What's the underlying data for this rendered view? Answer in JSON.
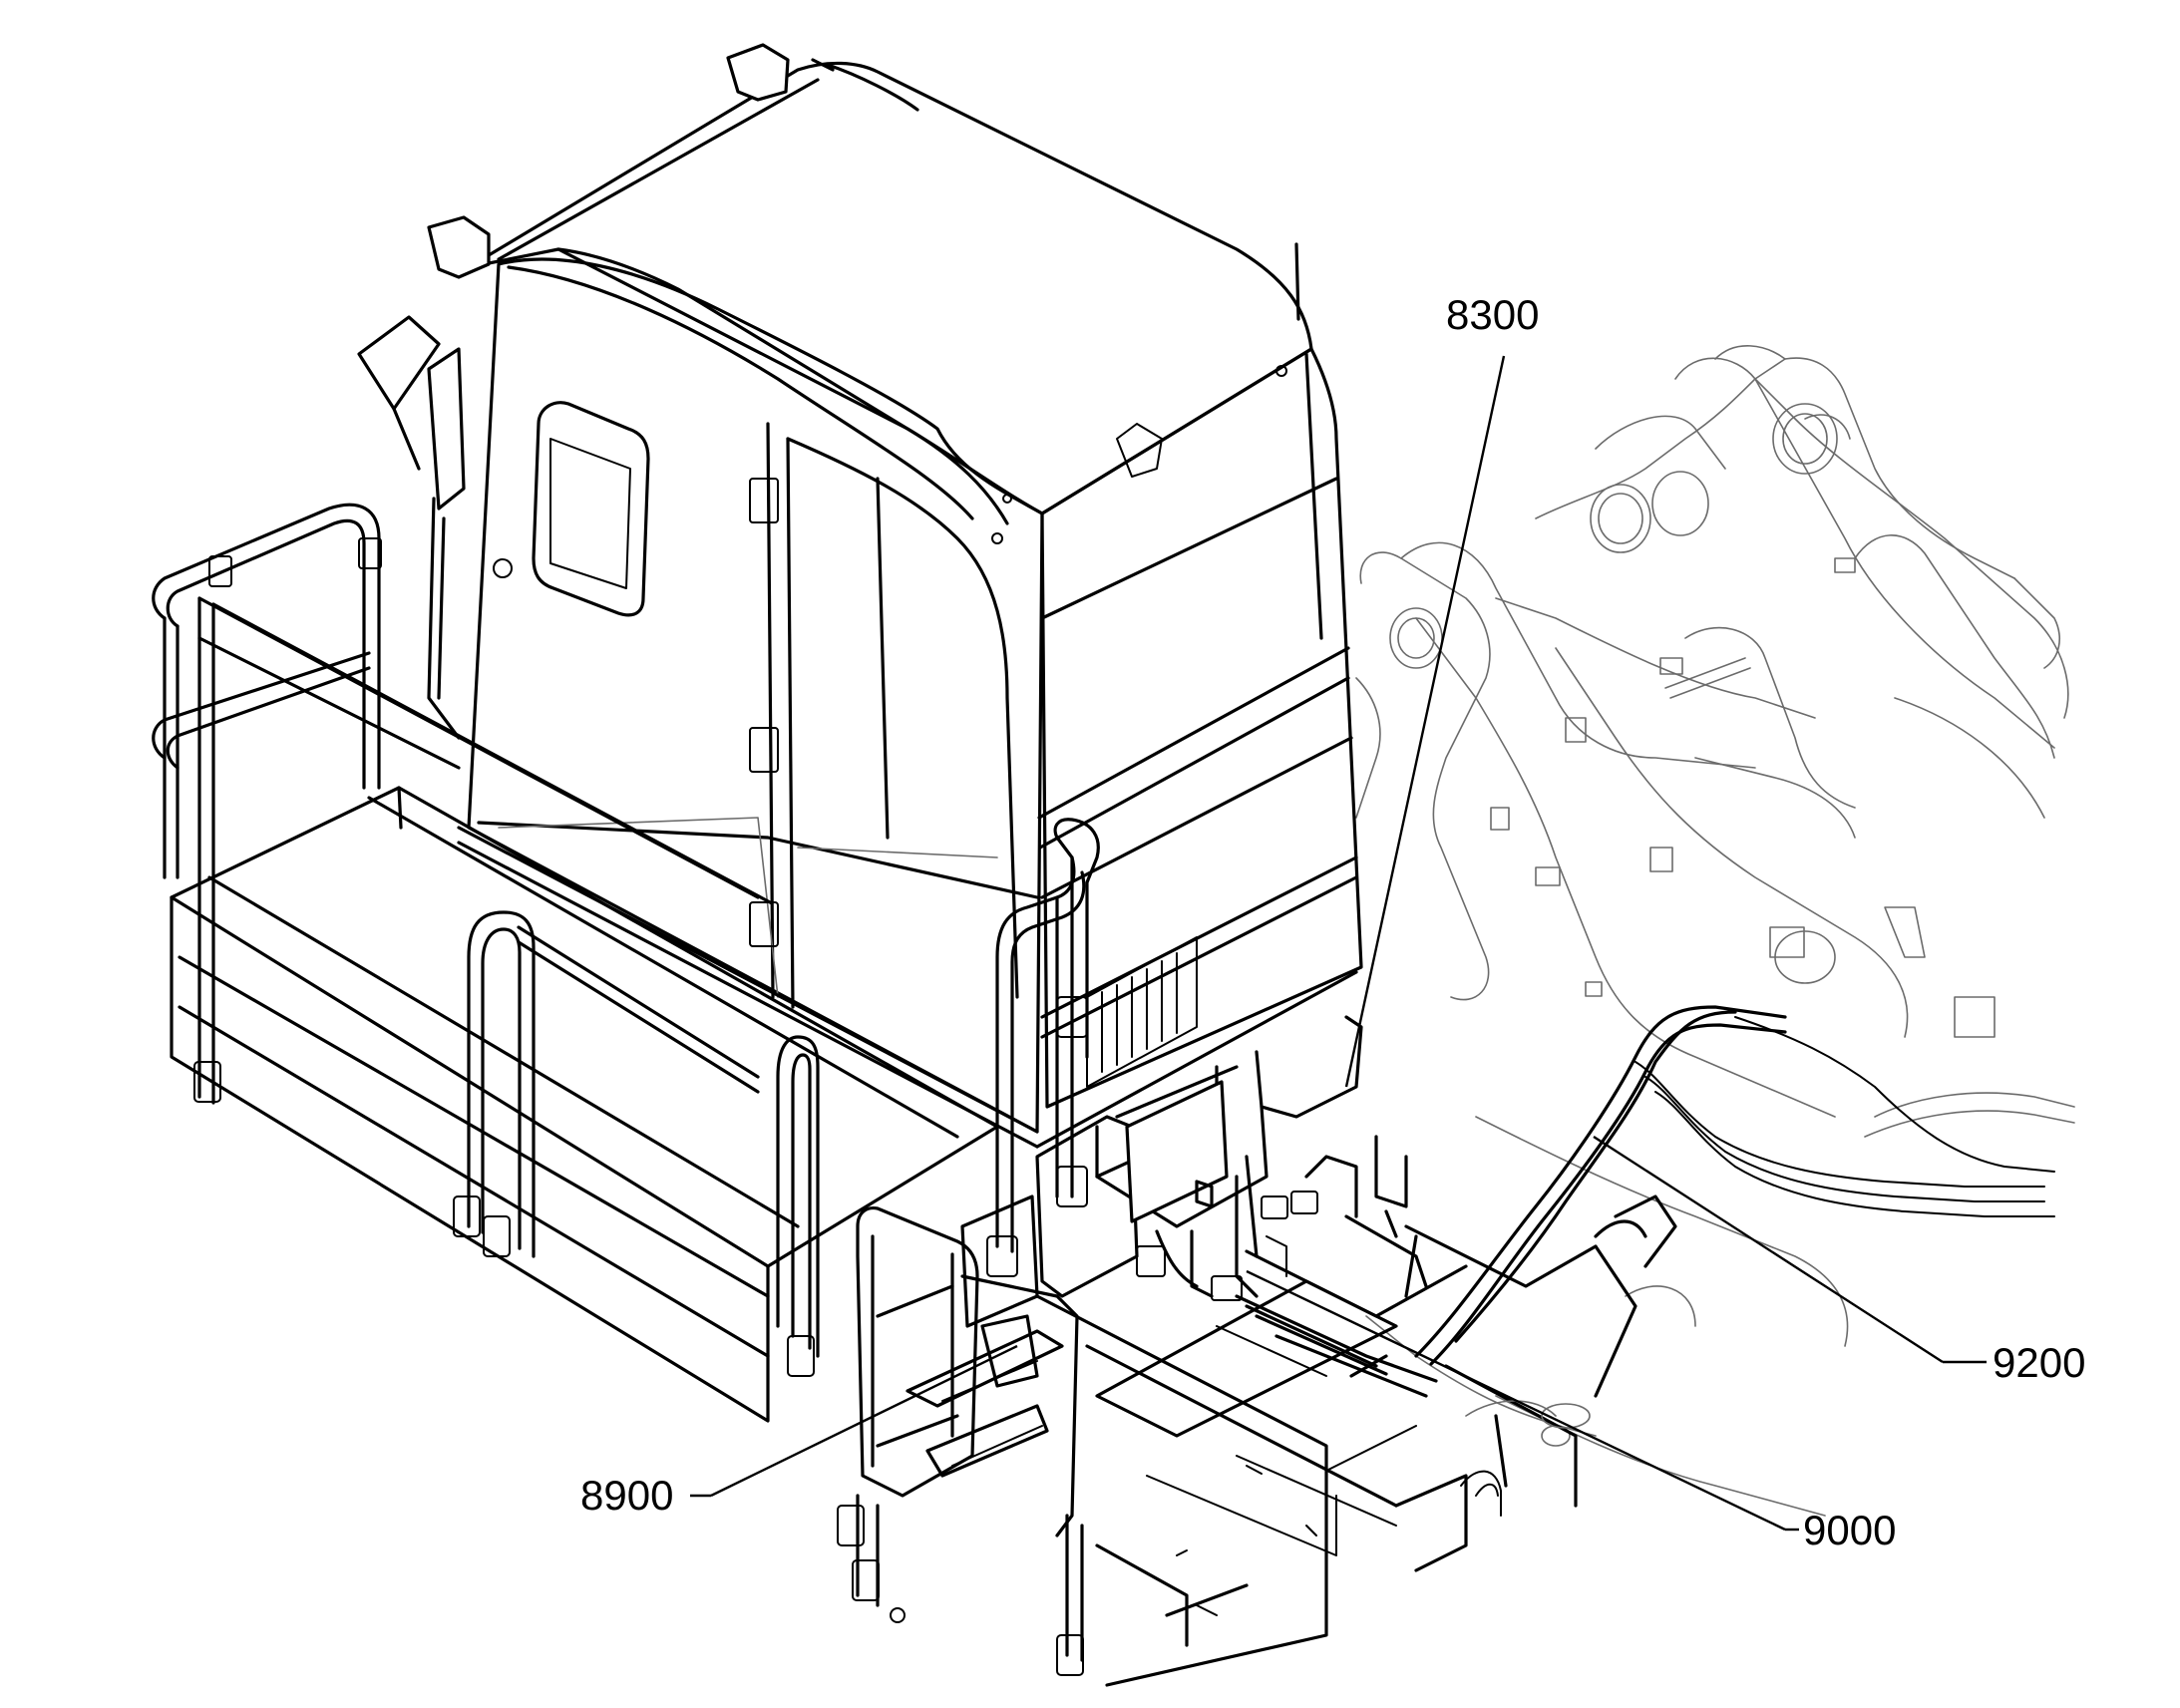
{
  "callouts": {
    "c8300": "8300",
    "c9200": "9200",
    "c8900": "8900",
    "c9000": "9000"
  }
}
